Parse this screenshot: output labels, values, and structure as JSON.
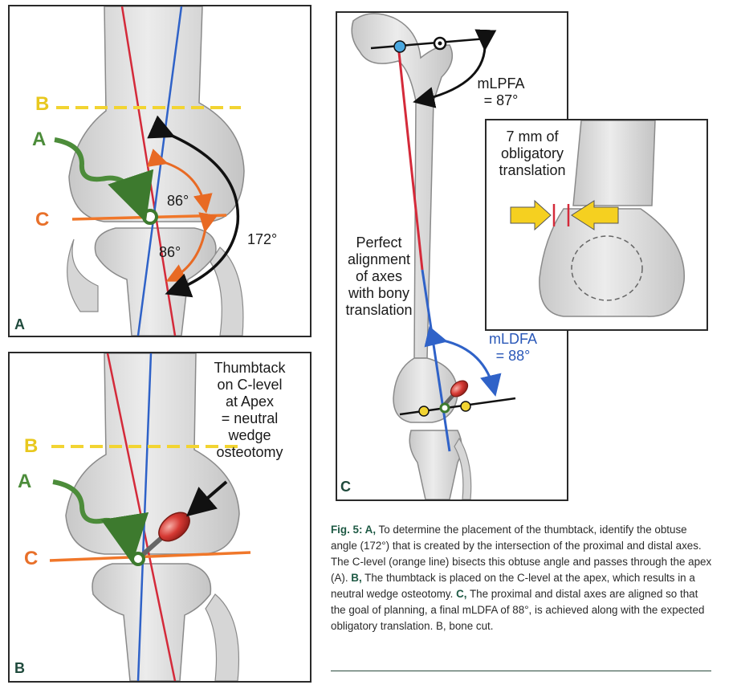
{
  "panel_a": {
    "letter": "A",
    "label_b": "B",
    "label_a": "A",
    "label_c": "C",
    "angle_upper": "86°",
    "angle_lower": "86°",
    "angle_obtuse": "172°"
  },
  "panel_b": {
    "letter": "B",
    "label_b": "B",
    "label_a": "A",
    "label_c": "C",
    "annotation_lines": [
      "Thumbtack",
      "on C-level",
      "at Apex",
      "= neutral",
      "wedge",
      "osteotomy"
    ]
  },
  "panel_c": {
    "letter": "C",
    "mlpfa_lines": [
      "mLPFA",
      "= 87°"
    ],
    "alignment_lines": [
      "Perfect",
      "alignment",
      "of axes",
      "with bony",
      "translation"
    ],
    "mldfa_lines": [
      "mLDFA",
      "= 88°"
    ]
  },
  "inset": {
    "text_lines": [
      "7 mm of",
      "obligatory",
      "translation"
    ]
  },
  "caption": {
    "fig_label": "Fig. 5: A,",
    "part1": " To determine the placement of the thumbtack, identify the obtuse angle (172°) that is created by the intersection of the proximal and distal axes. The C-level (orange line) bisects this obtuse angle and passes through the apex (A). ",
    "b_label": "B,",
    "part2": " The thumbtack is placed on the C-level at the apex, which results in a neutral wedge osteotomy. ",
    "c_label": "C,",
    "part3": "  The proximal and distal axes are aligned so that the goal of planning, a final mLDFA of 88°, is achieved along with the expected obligatory translation. B, bone cut."
  },
  "colors": {
    "proximal_axis": "#d42a3a",
    "distal_axis": "#2f62c8",
    "c_level": "#f0772a",
    "b_level": "#f2d432",
    "apex_arrow": "#4c8c3a",
    "bone": "#dcdcdc",
    "bone_outline": "#8a8a8a"
  }
}
